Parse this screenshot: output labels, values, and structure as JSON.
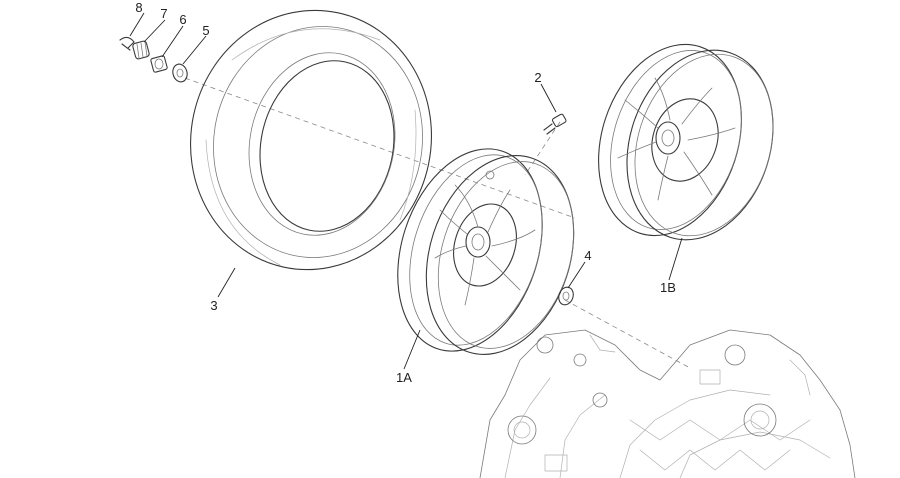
{
  "diagram": {
    "labels": {
      "p8": "8",
      "p7": "7",
      "p6": "6",
      "p5": "5",
      "p2": "2",
      "p4": "4",
      "p3": "3",
      "p1A": "1A",
      "p1B": "1B"
    }
  }
}
